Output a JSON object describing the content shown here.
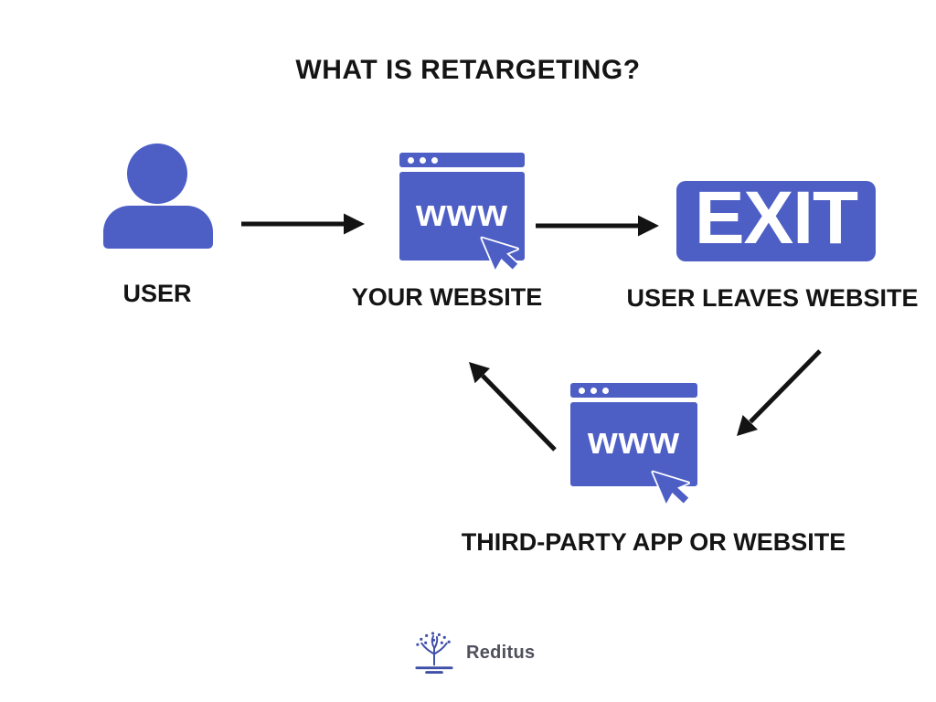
{
  "title": "WHAT IS RETARGETING?",
  "colors": {
    "primary": "#4d5ec5",
    "arrow": "#131313",
    "label_text": "#141414",
    "brand_icon": "#3e4fa8",
    "brand_text": "#50505c",
    "background": "#ffffff"
  },
  "nodes": {
    "user": {
      "label": "USER",
      "icon": "user-icon"
    },
    "your_website": {
      "label": "YOUR WEBSITE",
      "icon": "browser-window-icon",
      "browser_text": "www"
    },
    "exit": {
      "label": "USER LEAVES WEBSITE",
      "icon": "exit-sign",
      "sign_text": "EXIT"
    },
    "third_party": {
      "label": "THIRD-PARTY APP OR WEBSITE",
      "icon": "browser-window-icon",
      "browser_text": "www"
    }
  },
  "flow": [
    {
      "from": "user",
      "to": "your_website"
    },
    {
      "from": "your_website",
      "to": "exit"
    },
    {
      "from": "exit",
      "to": "third_party"
    },
    {
      "from": "third_party",
      "to": "your_website"
    }
  ],
  "footer": {
    "brand": "Reditus"
  }
}
